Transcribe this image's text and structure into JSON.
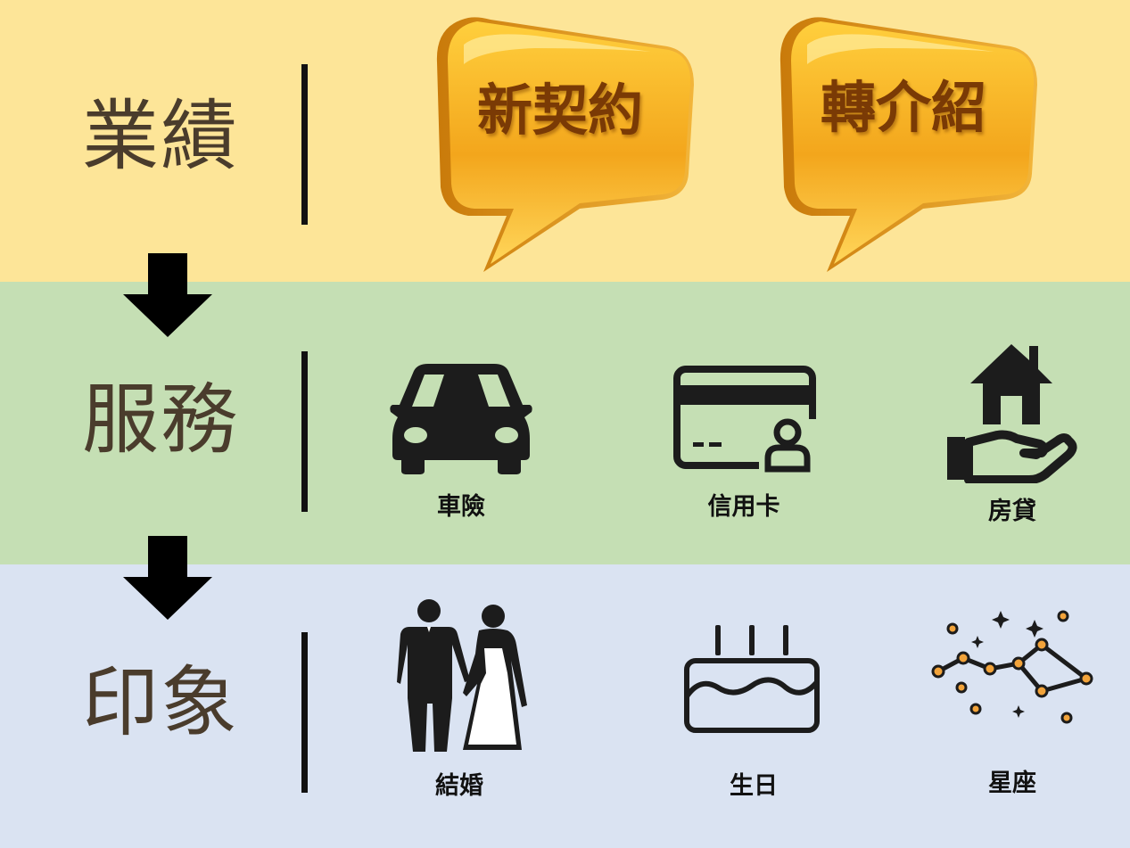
{
  "colors": {
    "band_performance": "#fde598",
    "band_service": "#c5dfb4",
    "band_impression": "#dae3f2",
    "title_text": "#4a3c2c",
    "bubble_gold": "#f3a61c",
    "bubble_text": "#7a3a05",
    "icon_dark": "#1c1c1c",
    "dot_orange": "#f2a33a"
  },
  "rows": [
    {
      "title": "業績",
      "items": [
        {
          "label": "新契約",
          "icon": "speech-bubble-icon"
        },
        {
          "label": "轉介紹",
          "icon": "speech-bubble-icon"
        }
      ]
    },
    {
      "title": "服務",
      "items": [
        {
          "label": "車險",
          "icon": "car-icon"
        },
        {
          "label": "信用卡",
          "icon": "credit-card-icon"
        },
        {
          "label": "房貸",
          "icon": "house-in-hand-icon"
        }
      ]
    },
    {
      "title": "印象",
      "items": [
        {
          "label": "結婚",
          "icon": "wedding-couple-icon"
        },
        {
          "label": "生日",
          "icon": "birthday-cake-icon"
        },
        {
          "label": "星座",
          "icon": "constellation-icon"
        }
      ]
    }
  ]
}
